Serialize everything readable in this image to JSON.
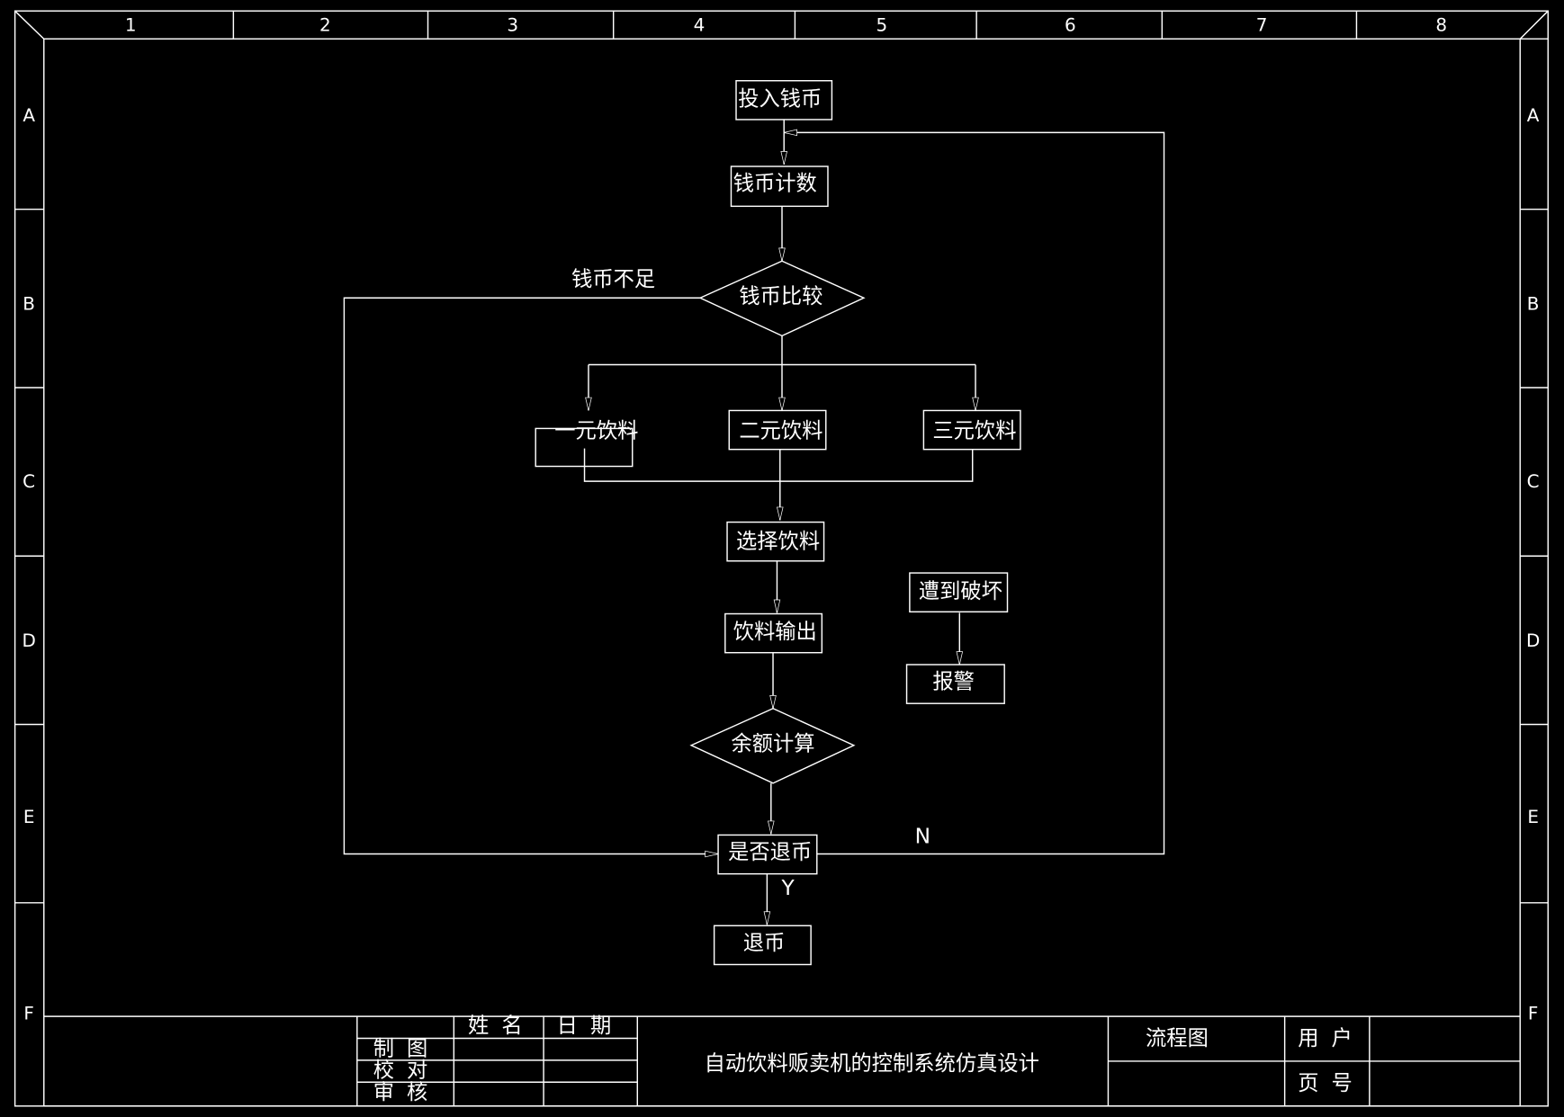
{
  "ruler": {
    "columns": [
      "1",
      "2",
      "3",
      "4",
      "5",
      "6",
      "7",
      "8"
    ],
    "rows": [
      "A",
      "B",
      "C",
      "D",
      "E",
      "F"
    ]
  },
  "flow": {
    "insert_coin": "投入钱币",
    "count_coin": "钱币计数",
    "compare_coin": "钱币比较",
    "insufficient": "钱币不足",
    "drink_1yuan": "一元饮料",
    "drink_2yuan": "二元饮料",
    "drink_3yuan": "三元饮料",
    "select_drink": "选择饮料",
    "output_drink": "饮料输出",
    "balance_calc": "余额计算",
    "refund_question": "是否退币",
    "refund": "退币",
    "yes": "Y",
    "no": "N",
    "vandalized": "遭到破坏",
    "alarm": "报警"
  },
  "title_block": {
    "col_name": "姓 名",
    "col_date": "日 期",
    "row_drawn": "制 图",
    "row_checked": "校 对",
    "row_reviewed": "审 核",
    "title": "自动饮料贩卖机的控制系统仿真设计",
    "drawing_type": "流程图",
    "user_label": "用 户",
    "page_label": "页 号"
  }
}
